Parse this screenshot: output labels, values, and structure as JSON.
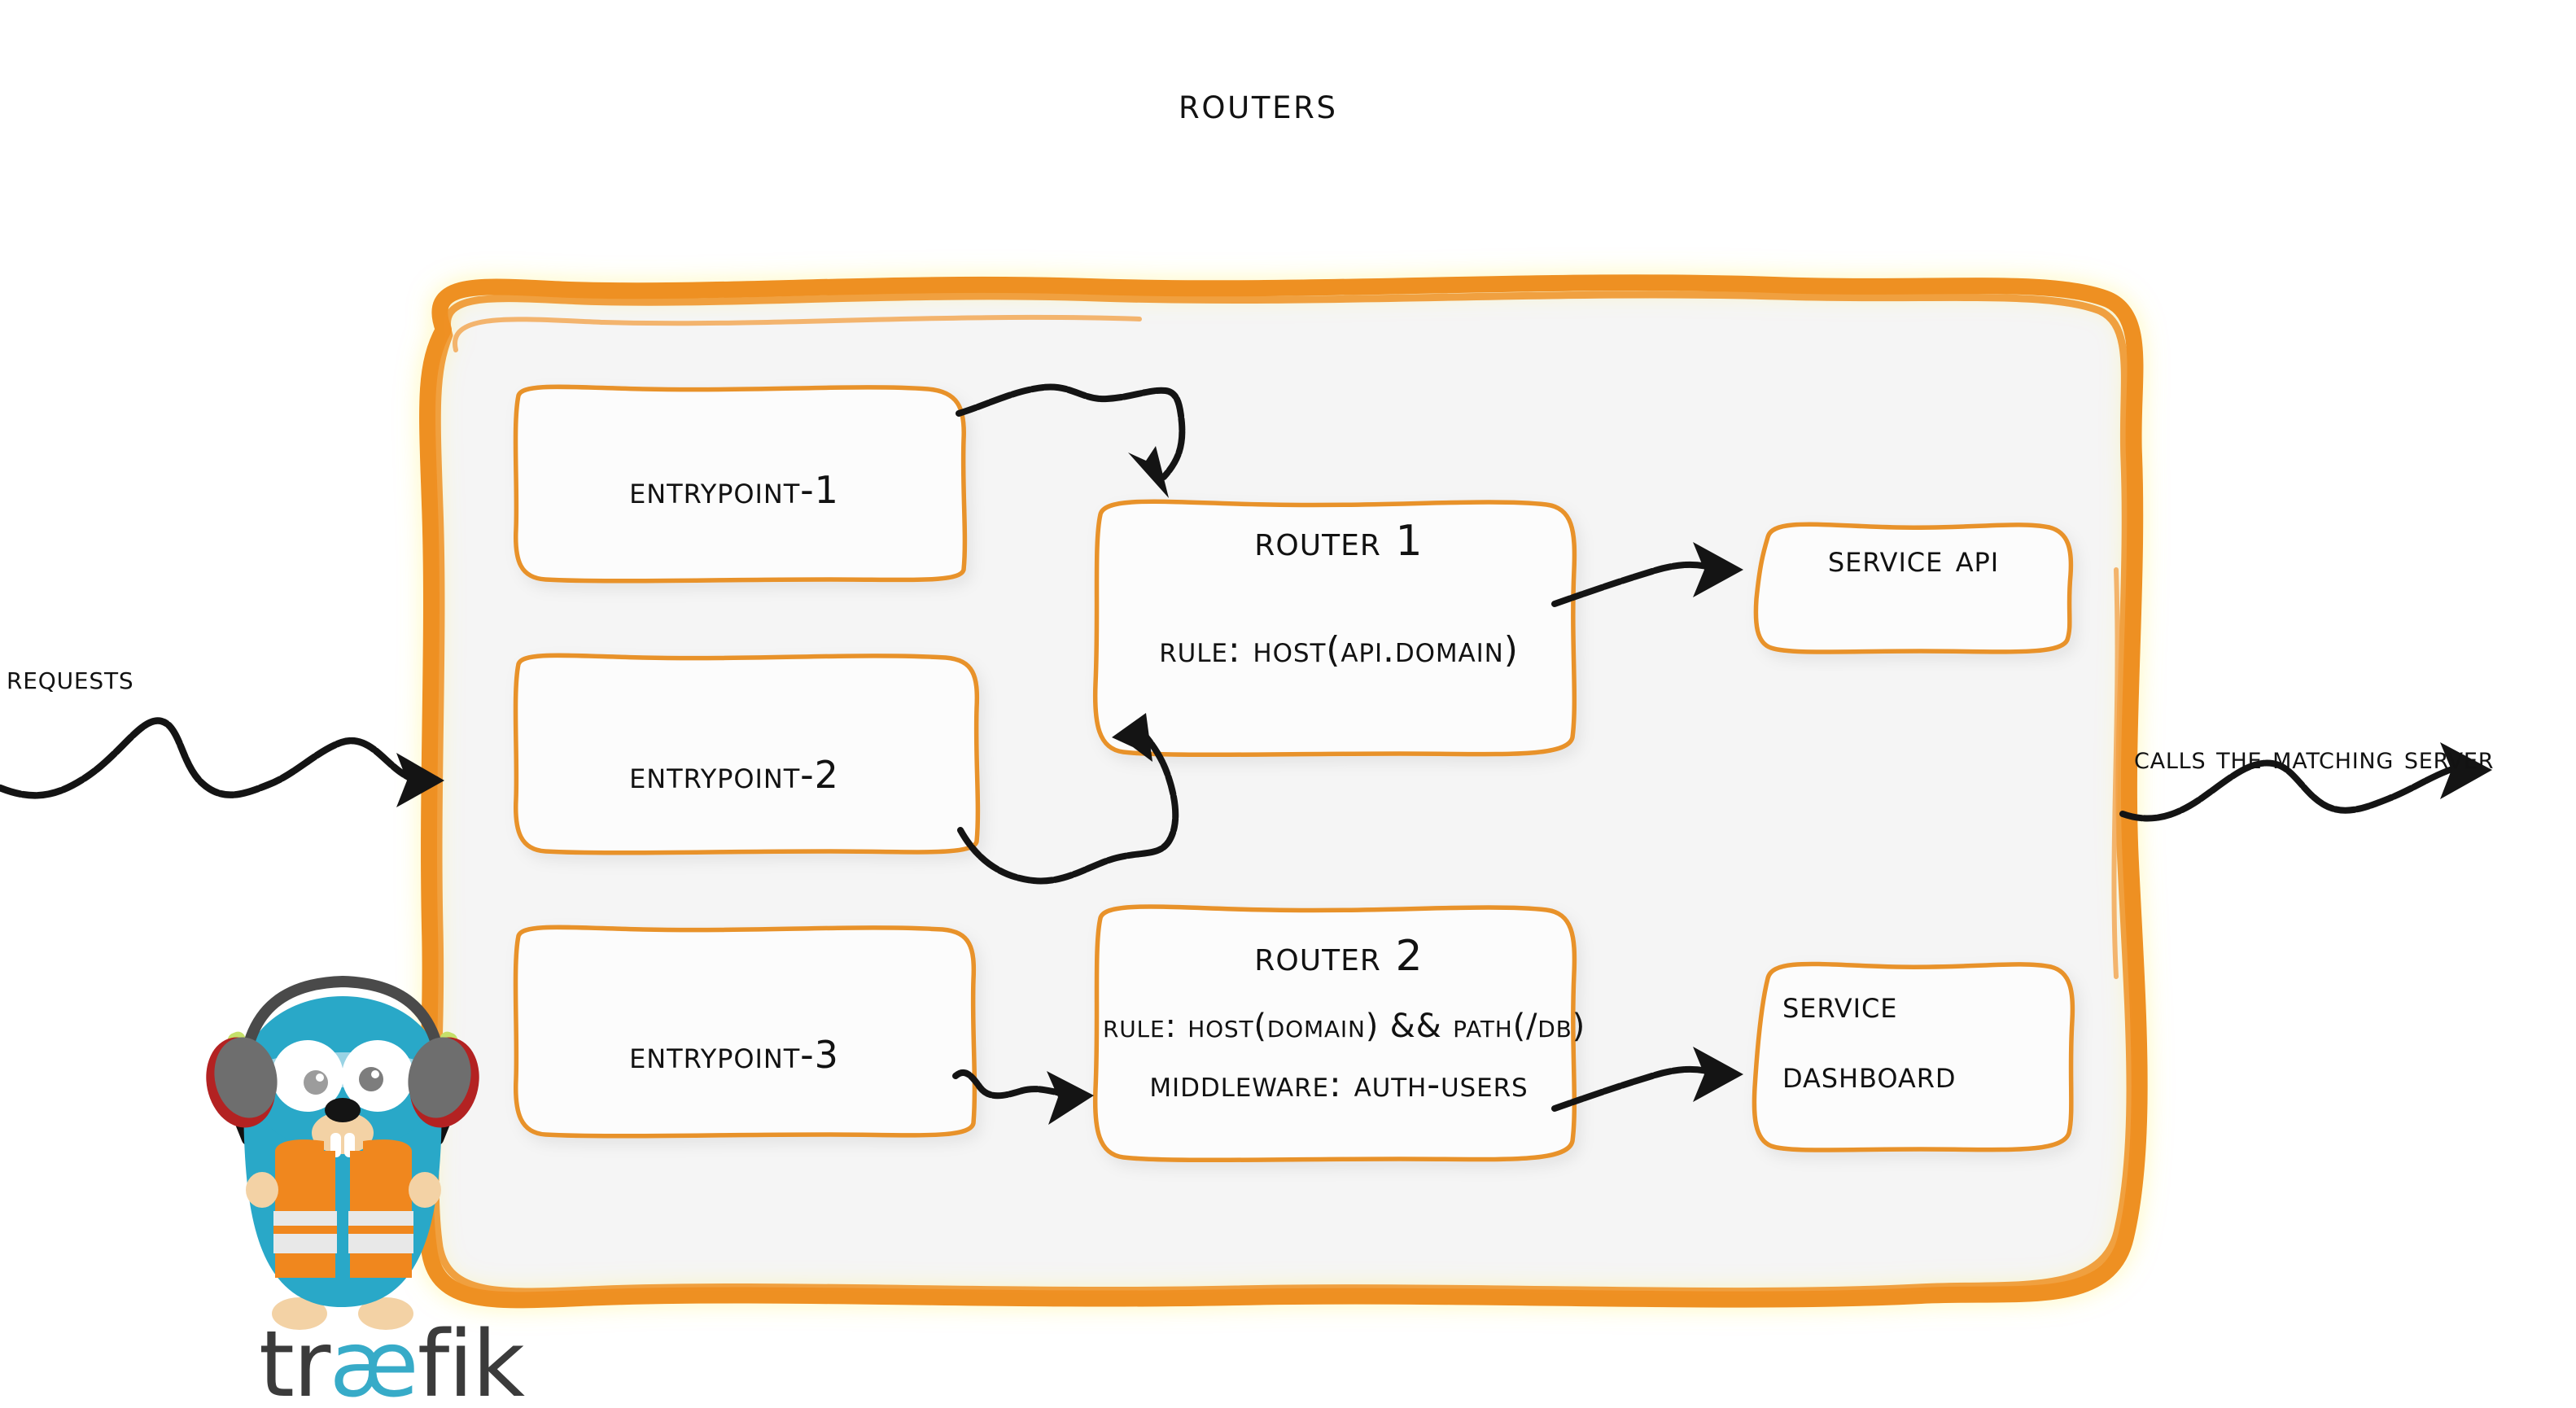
{
  "diagram": {
    "title": "Routers",
    "brand": "traefik",
    "brand_lig": "æ",
    "brand_pre": "tr",
    "brand_post": "fik",
    "colors": {
      "accent_orange": "#EE9023",
      "border_orange": "#E8922B",
      "panel_fill": "#F4F4F4",
      "ink": "#121212",
      "gopher_body": "#29A8C8",
      "gopher_vest": "#F0871E",
      "gopher_wand": "#C5E06A",
      "brand_cyan": "#37ABC8",
      "brand_grey": "#3B3B3B"
    }
  },
  "labels": {
    "requests": "Requests",
    "calls_matching_server": "Calls the matching server"
  },
  "entrypoints": [
    {
      "name": "entrypoint-1"
    },
    {
      "name": "entrypoint-2"
    },
    {
      "name": "entrypoint-3"
    }
  ],
  "routers": [
    {
      "name": "Router 1",
      "rule": "rule: Host(api.domain)",
      "middleware": ""
    },
    {
      "name": "Router 2",
      "rule": "rule: Host(domain) && Path(/db)",
      "middleware": "Middleware: auth-users"
    }
  ],
  "services": [
    {
      "name": "Service API",
      "line1": "Service API",
      "line2": ""
    },
    {
      "name": "Service Dashboard",
      "line1": "Service",
      "line2": "Dashboard"
    }
  ],
  "icons": {
    "requests_arrow": "squiggly-arrow-right-icon",
    "calls_arrow": "squiggly-arrow-right-icon",
    "ep1_to_router1": "curved-arrow-down-icon",
    "ep2_to_router1": "curved-arrow-up-icon",
    "ep3_to_router2": "squiggly-arrow-right-icon",
    "router1_to_service_api": "squiggly-arrow-right-icon",
    "router2_to_service_dashboard": "squiggly-arrow-right-icon",
    "mascot": "traefik-gopher-icon"
  }
}
